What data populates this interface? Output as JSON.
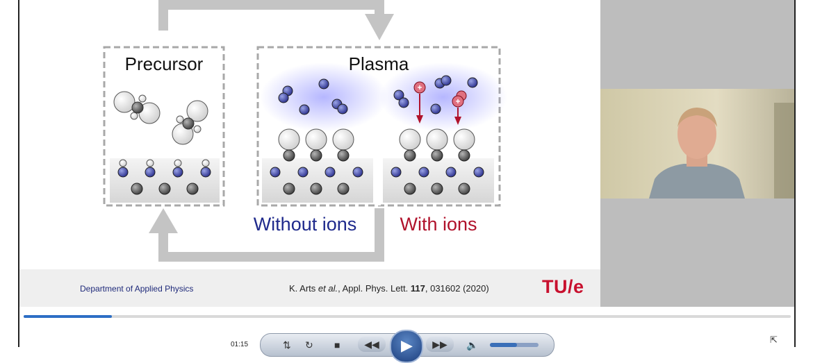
{
  "slide": {
    "precursor_label": "Precursor",
    "plasma_label": "Plasma",
    "without_ions_label": "Without ions",
    "with_ions_label": "With ions",
    "footer": {
      "department": "Department of Applied Physics",
      "reference_prefix": "K. Arts ",
      "reference_etal": "et al.",
      "reference_journal": ", Appl. Phys. Lett. ",
      "reference_volume": "117",
      "reference_suffix": ", 031602 (2020)",
      "logo": "TU/e"
    },
    "colors": {
      "without_ions": "#1f2a8c",
      "with_ions": "#b0122b",
      "logo": "#c8102e"
    }
  },
  "player": {
    "current_time": "01:15",
    "progress": 0.115,
    "volume": 0.55,
    "controls": {
      "loop_icon": "loop-icon",
      "reload_icon": "reload-icon",
      "stop_icon": "stop-icon",
      "rewind_icon": "rewind-icon",
      "play_icon": "play-icon",
      "forward_icon": "fast-forward-icon",
      "volume_icon": "speaker-icon",
      "expand_icon": "expand-icon"
    }
  }
}
